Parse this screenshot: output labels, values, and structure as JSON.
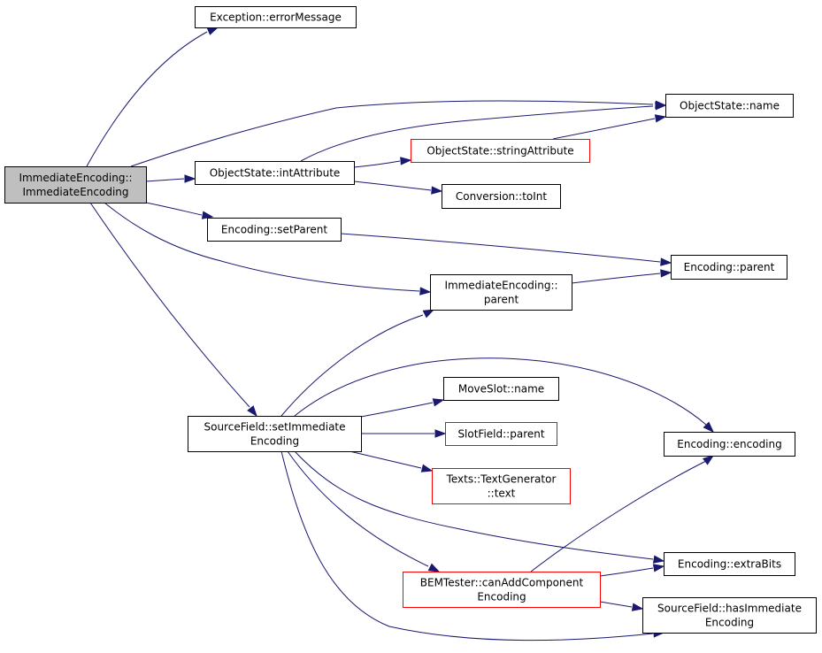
{
  "graph": {
    "nodes": [
      {
        "id": "root",
        "lines": [
          "ImmediateEncoding::",
          "ImmediateEncoding"
        ],
        "style": "root"
      },
      {
        "id": "exc",
        "lines": [
          "Exception::errorMessage"
        ],
        "style": "normal"
      },
      {
        "id": "osname",
        "lines": [
          "ObjectState::name"
        ],
        "style": "normal"
      },
      {
        "id": "osstr",
        "lines": [
          "ObjectState::stringAttribute"
        ],
        "style": "red"
      },
      {
        "id": "osint",
        "lines": [
          "ObjectState::intAttribute"
        ],
        "style": "normal"
      },
      {
        "id": "conv",
        "lines": [
          "Conversion::toInt"
        ],
        "style": "normal"
      },
      {
        "id": "encsp",
        "lines": [
          "Encoding::setParent"
        ],
        "style": "normal"
      },
      {
        "id": "encpar",
        "lines": [
          "Encoding::parent"
        ],
        "style": "normal"
      },
      {
        "id": "imparent",
        "lines": [
          "ImmediateEncoding::",
          "parent"
        ],
        "style": "normal"
      },
      {
        "id": "msname",
        "lines": [
          "MoveSlot::name"
        ],
        "style": "normal"
      },
      {
        "id": "sfset",
        "lines": [
          "SourceField::setImmediate",
          "Encoding"
        ],
        "style": "normal"
      },
      {
        "id": "slotpar",
        "lines": [
          "SlotField::parent"
        ],
        "style": "red"
      },
      {
        "id": "encenc",
        "lines": [
          "Encoding::encoding"
        ],
        "style": "normal"
      },
      {
        "id": "texts",
        "lines": [
          "Texts::TextGenerator",
          "::text"
        ],
        "style": "red"
      },
      {
        "id": "encxb",
        "lines": [
          "Encoding::extraBits"
        ],
        "style": "normal"
      },
      {
        "id": "bem",
        "lines": [
          "BEMTester::canAddComponent",
          "Encoding"
        ],
        "style": "red"
      },
      {
        "id": "sfhas",
        "lines": [
          "SourceField::hasImmediate",
          "Encoding"
        ],
        "style": "normal"
      }
    ],
    "edges": [
      {
        "from": "root",
        "to": "exc"
      },
      {
        "from": "root",
        "to": "osname"
      },
      {
        "from": "root",
        "to": "osint"
      },
      {
        "from": "osint",
        "to": "osname"
      },
      {
        "from": "osint",
        "to": "osstr"
      },
      {
        "from": "osstr",
        "to": "osname"
      },
      {
        "from": "osint",
        "to": "conv"
      },
      {
        "from": "root",
        "to": "encsp"
      },
      {
        "from": "encsp",
        "to": "encpar"
      },
      {
        "from": "root",
        "to": "imparent"
      },
      {
        "from": "imparent",
        "to": "encpar"
      },
      {
        "from": "root",
        "to": "sfset"
      },
      {
        "from": "sfset",
        "to": "imparent"
      },
      {
        "from": "sfset",
        "to": "encenc"
      },
      {
        "from": "sfset",
        "to": "msname"
      },
      {
        "from": "sfset",
        "to": "slotpar"
      },
      {
        "from": "sfset",
        "to": "texts"
      },
      {
        "from": "sfset",
        "to": "encxb"
      },
      {
        "from": "sfset",
        "to": "bem"
      },
      {
        "from": "sfset",
        "to": "sfhas"
      },
      {
        "from": "bem",
        "to": "encenc"
      },
      {
        "from": "bem",
        "to": "encxb"
      },
      {
        "from": "bem",
        "to": "sfhas"
      }
    ]
  },
  "colors": {
    "edge": "#191970",
    "root_fill": "#bfbfbf",
    "red_border": "#ff0000"
  }
}
